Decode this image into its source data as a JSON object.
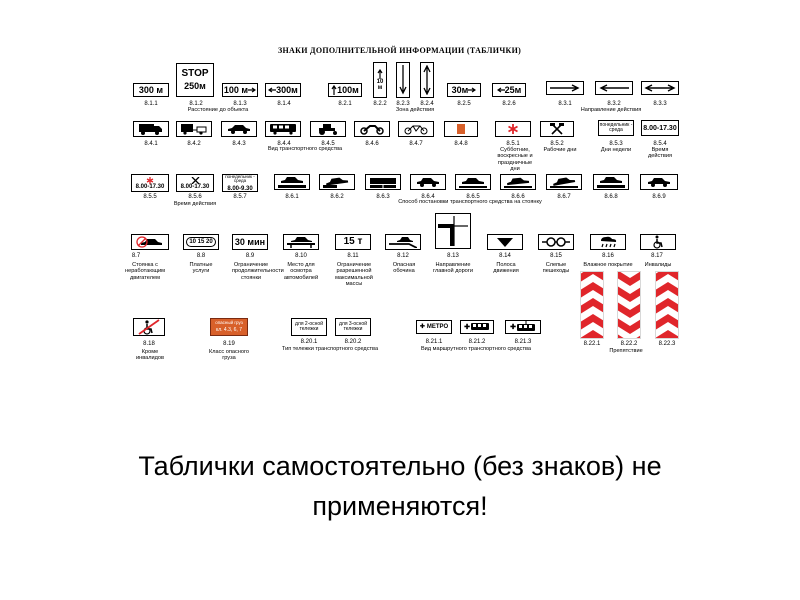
{
  "title": "ЗНАКИ ДОПОЛНИТЕЛЬНОЙ ИНФОРМАЦИИ (ТАБЛИЧКИ)",
  "footer": {
    "line1": "Таблички самостоятельно  (без знаков) не",
    "line2": "применяются!"
  },
  "row1": {
    "p811": "300 м",
    "p812_top": "STOP",
    "p812_bottom": "250м",
    "p813": "100 м",
    "p814": "300м",
    "p821": "100м",
    "p822": "10 м",
    "p825": "30м",
    "p826": "25м",
    "codes": [
      "8.1.1",
      "8.1.2",
      "8.1.3",
      "8.1.4",
      "8.2.1",
      "8.2.2",
      "8.2.3",
      "8.2.4",
      "8.2.5",
      "8.2.6",
      "8.3.1",
      "8.3.2",
      "8.3.3"
    ],
    "cap_distance": "Расстояние до объекта",
    "cap_zone": "Зона действия",
    "cap_direction": "Направление действия"
  },
  "row2": {
    "codes": [
      "8.4.1",
      "8.4.2",
      "8.4.3",
      "8.4.4",
      "8.4.5",
      "8.4.6",
      "8.4.7",
      "8.4.8",
      "8.5.1",
      "8.5.2",
      "8.5.3",
      "8.5.4"
    ],
    "p853": "понедельник - среда",
    "p854": "8.00-17.30",
    "cap_vehicle": "Вид транспортного средства",
    "cap_851": "Субботние, воскресные и праздничные дни",
    "cap_852": "Рабочие дни",
    "cap_853": "Дни недели",
    "cap_854": "Время действия"
  },
  "row3": {
    "codes": [
      "8.5.5",
      "8.5.6",
      "8.5.7",
      "8.6.1",
      "8.6.2",
      "8.6.3",
      "8.6.4",
      "8.6.5",
      "8.6.6",
      "8.6.7",
      "8.6.8",
      "8.6.9"
    ],
    "p855": "8.00-17.30",
    "p856": "8.00-17.30",
    "p857_top": "понедельник - среда",
    "p857_bottom": "8.00-9.30",
    "cap_time": "Время действия",
    "cap_parking": "Способ постановки транспортного средства на стоянку"
  },
  "row4": {
    "codes": [
      "8.7",
      "8.8",
      "8.9",
      "8.10",
      "8.11",
      "8.12",
      "8.13",
      "8.14",
      "8.15",
      "8.16",
      "8.17"
    ],
    "p88": "10 15 20",
    "p89": "30 мин",
    "p811b": "15 т",
    "cap_87": "Стоянка с неработающим двигателем",
    "cap_88": "Платные услуги",
    "cap_89": "Ограничение продолжительности стоянки",
    "cap_810": "Место для осмотра автомобилей",
    "cap_811": "Ограничение разрешенной максимальной массы",
    "cap_812": "Опасная обочина",
    "cap_813": "Направление главной дороги",
    "cap_814": "Полоса движения",
    "cap_815": "Слепые пешеходы",
    "cap_816": "Влажное покрытие",
    "cap_817": "Инвалиды"
  },
  "row5": {
    "codes": [
      "8.18",
      "8.19",
      "8.20.1",
      "8.20.2",
      "8.21.1",
      "8.21.2",
      "8.21.3",
      "8.22.1",
      "8.22.2",
      "8.22.3"
    ],
    "p819_top": "опасный груз",
    "p819_bottom": "кл. 4.3, 6, 7",
    "p8201": "для 2-осной тележки",
    "p8202": "для 3-осной тележки",
    "p8211": "МЕТРО",
    "cap_818": "Кроме инвалидов",
    "cap_819": "Класс опасного груза",
    "cap_820": "Тип тележки транспортного средства",
    "cap_821": "Вид маршрутного транспортного средства",
    "cap_822": "Препятствие"
  },
  "colors": {
    "hazard_red": "#e0262b",
    "orange_plate": "#d8602a",
    "red_symbol": "#e0262b"
  }
}
